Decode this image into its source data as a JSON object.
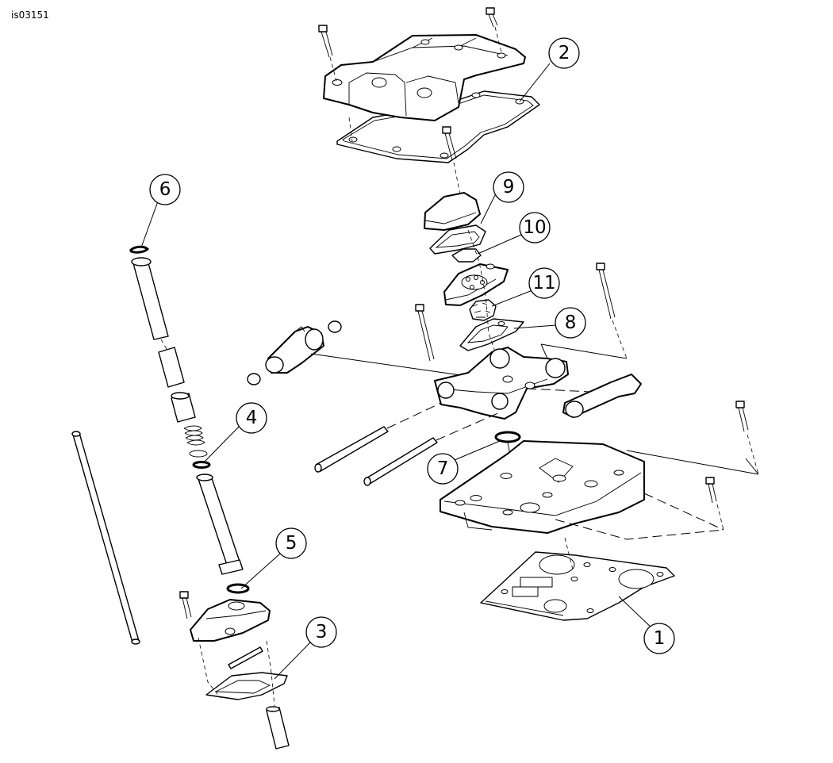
{
  "figure_id": "is03151",
  "callouts": [
    {
      "label": "1"
    },
    {
      "label": "2"
    },
    {
      "label": "3"
    },
    {
      "label": "4"
    },
    {
      "label": "5"
    },
    {
      "label": "6"
    },
    {
      "label": "7"
    },
    {
      "label": "8"
    },
    {
      "label": "9"
    },
    {
      "label": "10"
    },
    {
      "label": "11"
    }
  ]
}
